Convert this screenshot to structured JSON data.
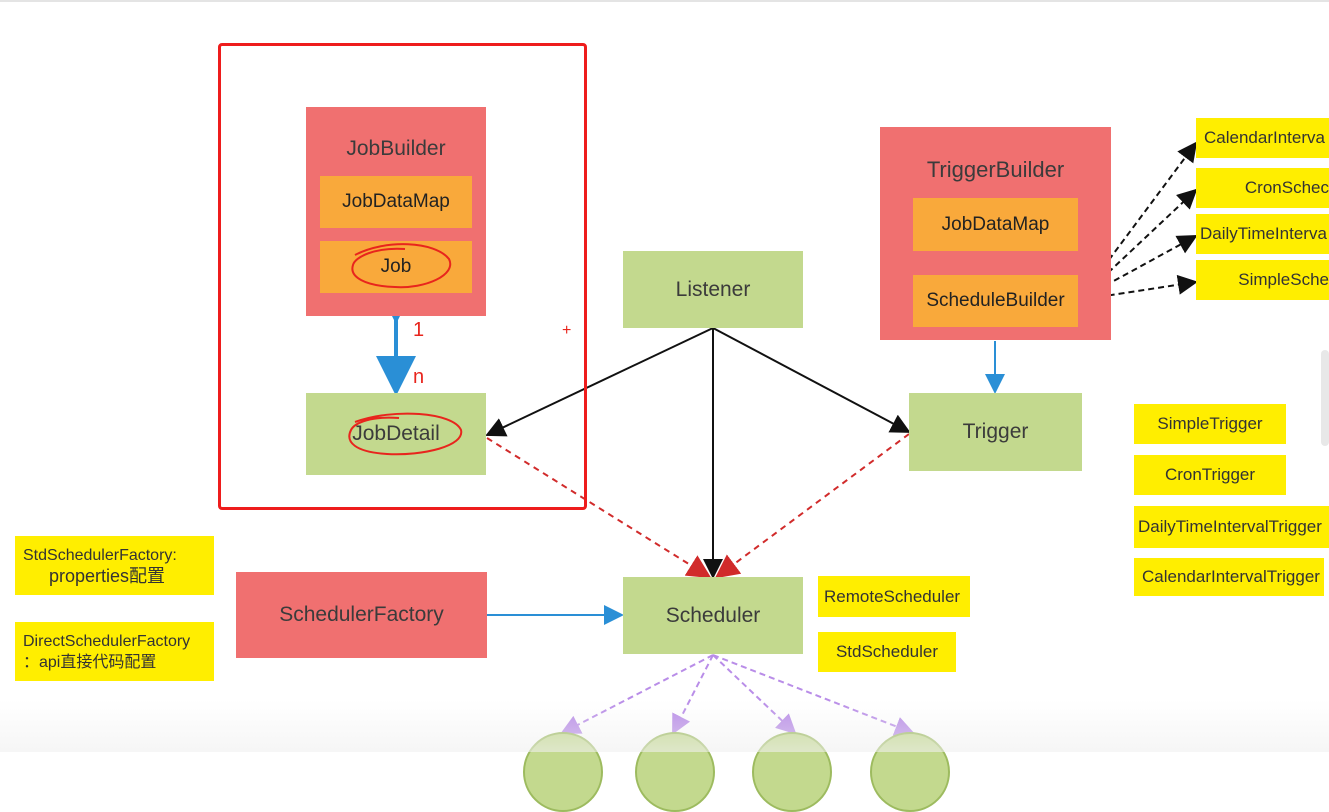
{
  "diagram": {
    "job_builder": {
      "title": "JobBuilder",
      "job_data_map": "JobDataMap",
      "job": "Job"
    },
    "job_detail": "JobDetail",
    "relation_one": "1",
    "relation_many": "n",
    "plus_mark": "+",
    "listener": "Listener",
    "trigger_builder": {
      "title": "TriggerBuilder",
      "job_data_map": "JobDataMap",
      "schedule_builder": "ScheduleBuilder"
    },
    "trigger": "Trigger",
    "scheduler": "Scheduler",
    "scheduler_factory": "SchedulerFactory",
    "schedule_builder_types": [
      "CalendarInterva",
      "CronSchec",
      "DailyTimeInterva",
      "SimpleSche"
    ],
    "trigger_types": [
      "SimpleTrigger",
      "CronTrigger",
      "DailyTimeIntervalTrigger",
      "CalendarIntervalTrigger"
    ],
    "scheduler_types": [
      "RemoteScheduler",
      "StdScheduler"
    ],
    "factory_notes": {
      "std_line1": "StdSchedulerFactory:",
      "std_line2": "properties配置",
      "direct_line1": "DirectSchedulerFactory",
      "direct_line2": "：api直接代码配置"
    }
  },
  "colors": {
    "red_box": "#f07070",
    "green_box": "#c3d98e",
    "orange_box": "#f9a93b",
    "yellow_note": "#ffee00",
    "frame": "#ee1c1c",
    "blue_arrow": "#2a8fd6",
    "dashed_red": "#d12b2b",
    "dashed_purple": "#b98de8"
  }
}
